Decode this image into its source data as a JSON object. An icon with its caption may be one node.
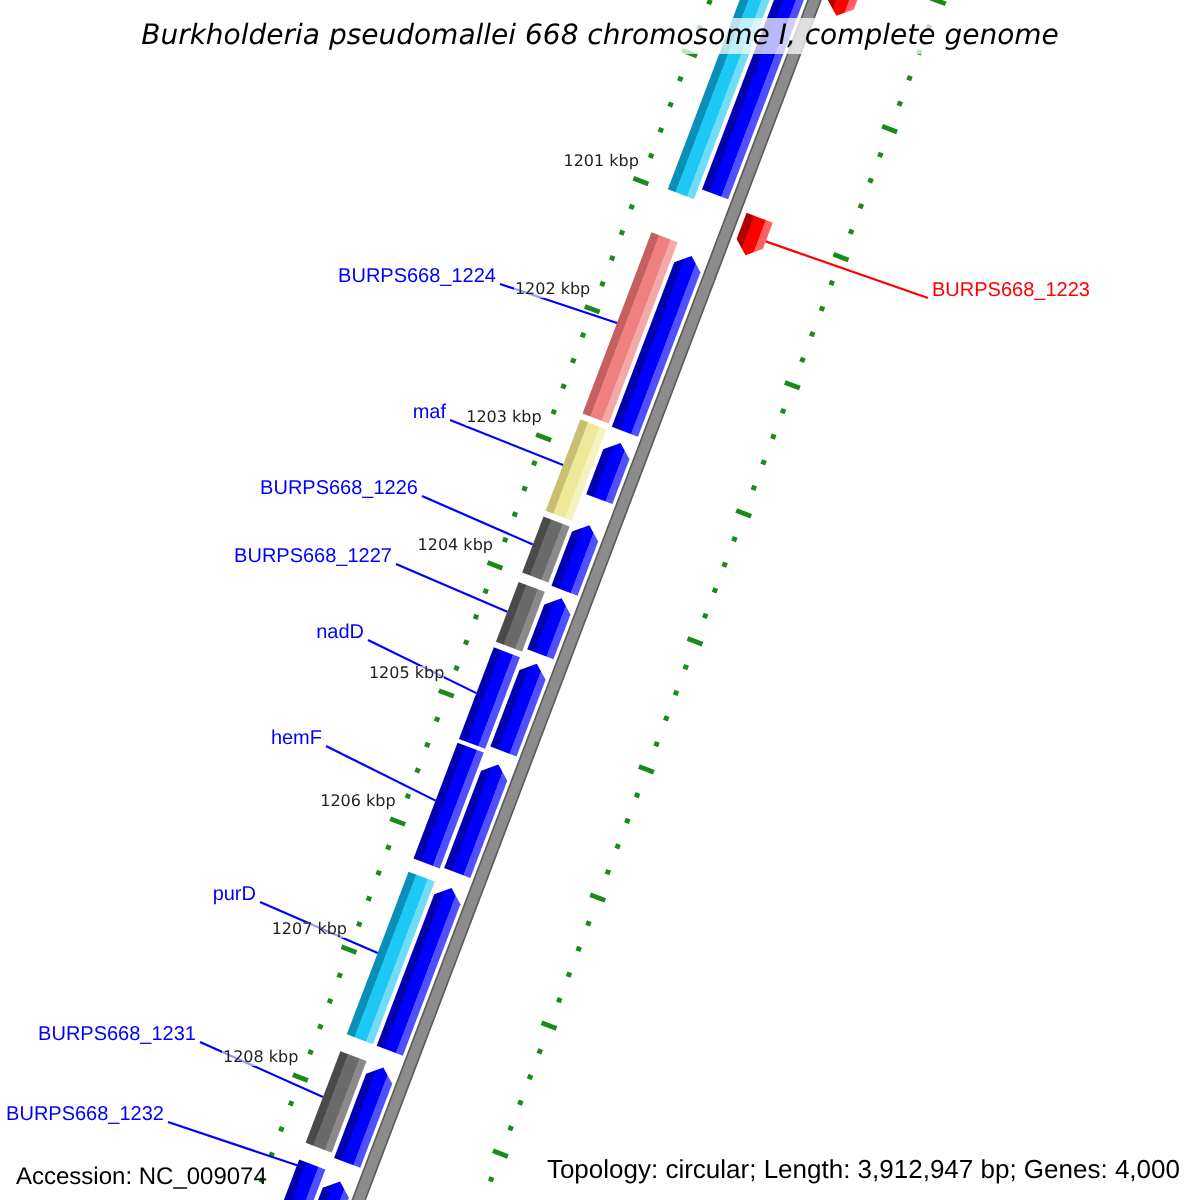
{
  "diagram": {
    "title": "Burkholderia pseudomallei 668 chromosome I, complete genome",
    "nodes": [
      {
        "text": [
          "BURPS668_1224"
        ]
      },
      {
        "text": [],
        "shape": "bar"
      },
      {
        "text": [
          "BURPS668_1223"
        ]
      },
      {
        "text": [],
        "shape": "bar"
      },
      {
        "text": [
          "maf"
        ]
      },
      {
        "text": [],
        "shape": "bar"
      },
      {
        "text": [
          "BURPS668_1226"
        ]
      },
      {
        "text": [],
        "shape": "bar"
      },
      {
        "text": [
          "BURPS668_1227"
        ]
      },
      {
        "text": [],
        "shape": "bar"
      },
      {
        "text": [
          "nadD"
        ]
      },
      {
        "text": [],
        "shape": "bar"
      },
      {
        "text": [
          "hemF"
        ]
      },
      {
        "text": [],
        "shape": "bar"
      },
      {
        "text": [
          "purD"
        ]
      },
      {
        "text": [],
        "shape": "bar"
      },
      {
        "text": [
          "BURPS668_1231"
        ]
      },
      {
        "text": [],
        "shape": "bar"
      },
      {
        "text": [
          "BURPS668_1232"
        ]
      },
      {
        "text": [],
        "shape": "bar"
      }
    ],
    "edges": [
      {
        "from": 0,
        "to": 1,
        "arrow": "none"
      },
      {
        "from": 2,
        "to": 3,
        "arrow": "none",
        "color": "#ff0000"
      },
      {
        "from": 4,
        "to": 5,
        "arrow": "none"
      },
      {
        "from": 6,
        "to": 7,
        "arrow": "none"
      },
      {
        "from": 8,
        "to": 9,
        "arrow": "none"
      },
      {
        "from": 10,
        "to": 11,
        "arrow": "none"
      },
      {
        "from": 12,
        "to": 13,
        "arrow": "none"
      },
      {
        "from": 14,
        "to": 15,
        "arrow": "none"
      },
      {
        "from": 16,
        "to": 17,
        "arrow": "none"
      },
      {
        "from": 18,
        "to": 19,
        "arrow": "none"
      }
    ],
    "labels": [
      "1201 kbp",
      "1202 kbp",
      "1203 kbp",
      "1204 kbp",
      "1205 kbp",
      "1206 kbp",
      "1207 kbp",
      "1208 kbp",
      "Accession: NC_009074",
      "Topology: circular; Length: 3,912,947 bp; Genes: 4,000"
    ]
  }
}
